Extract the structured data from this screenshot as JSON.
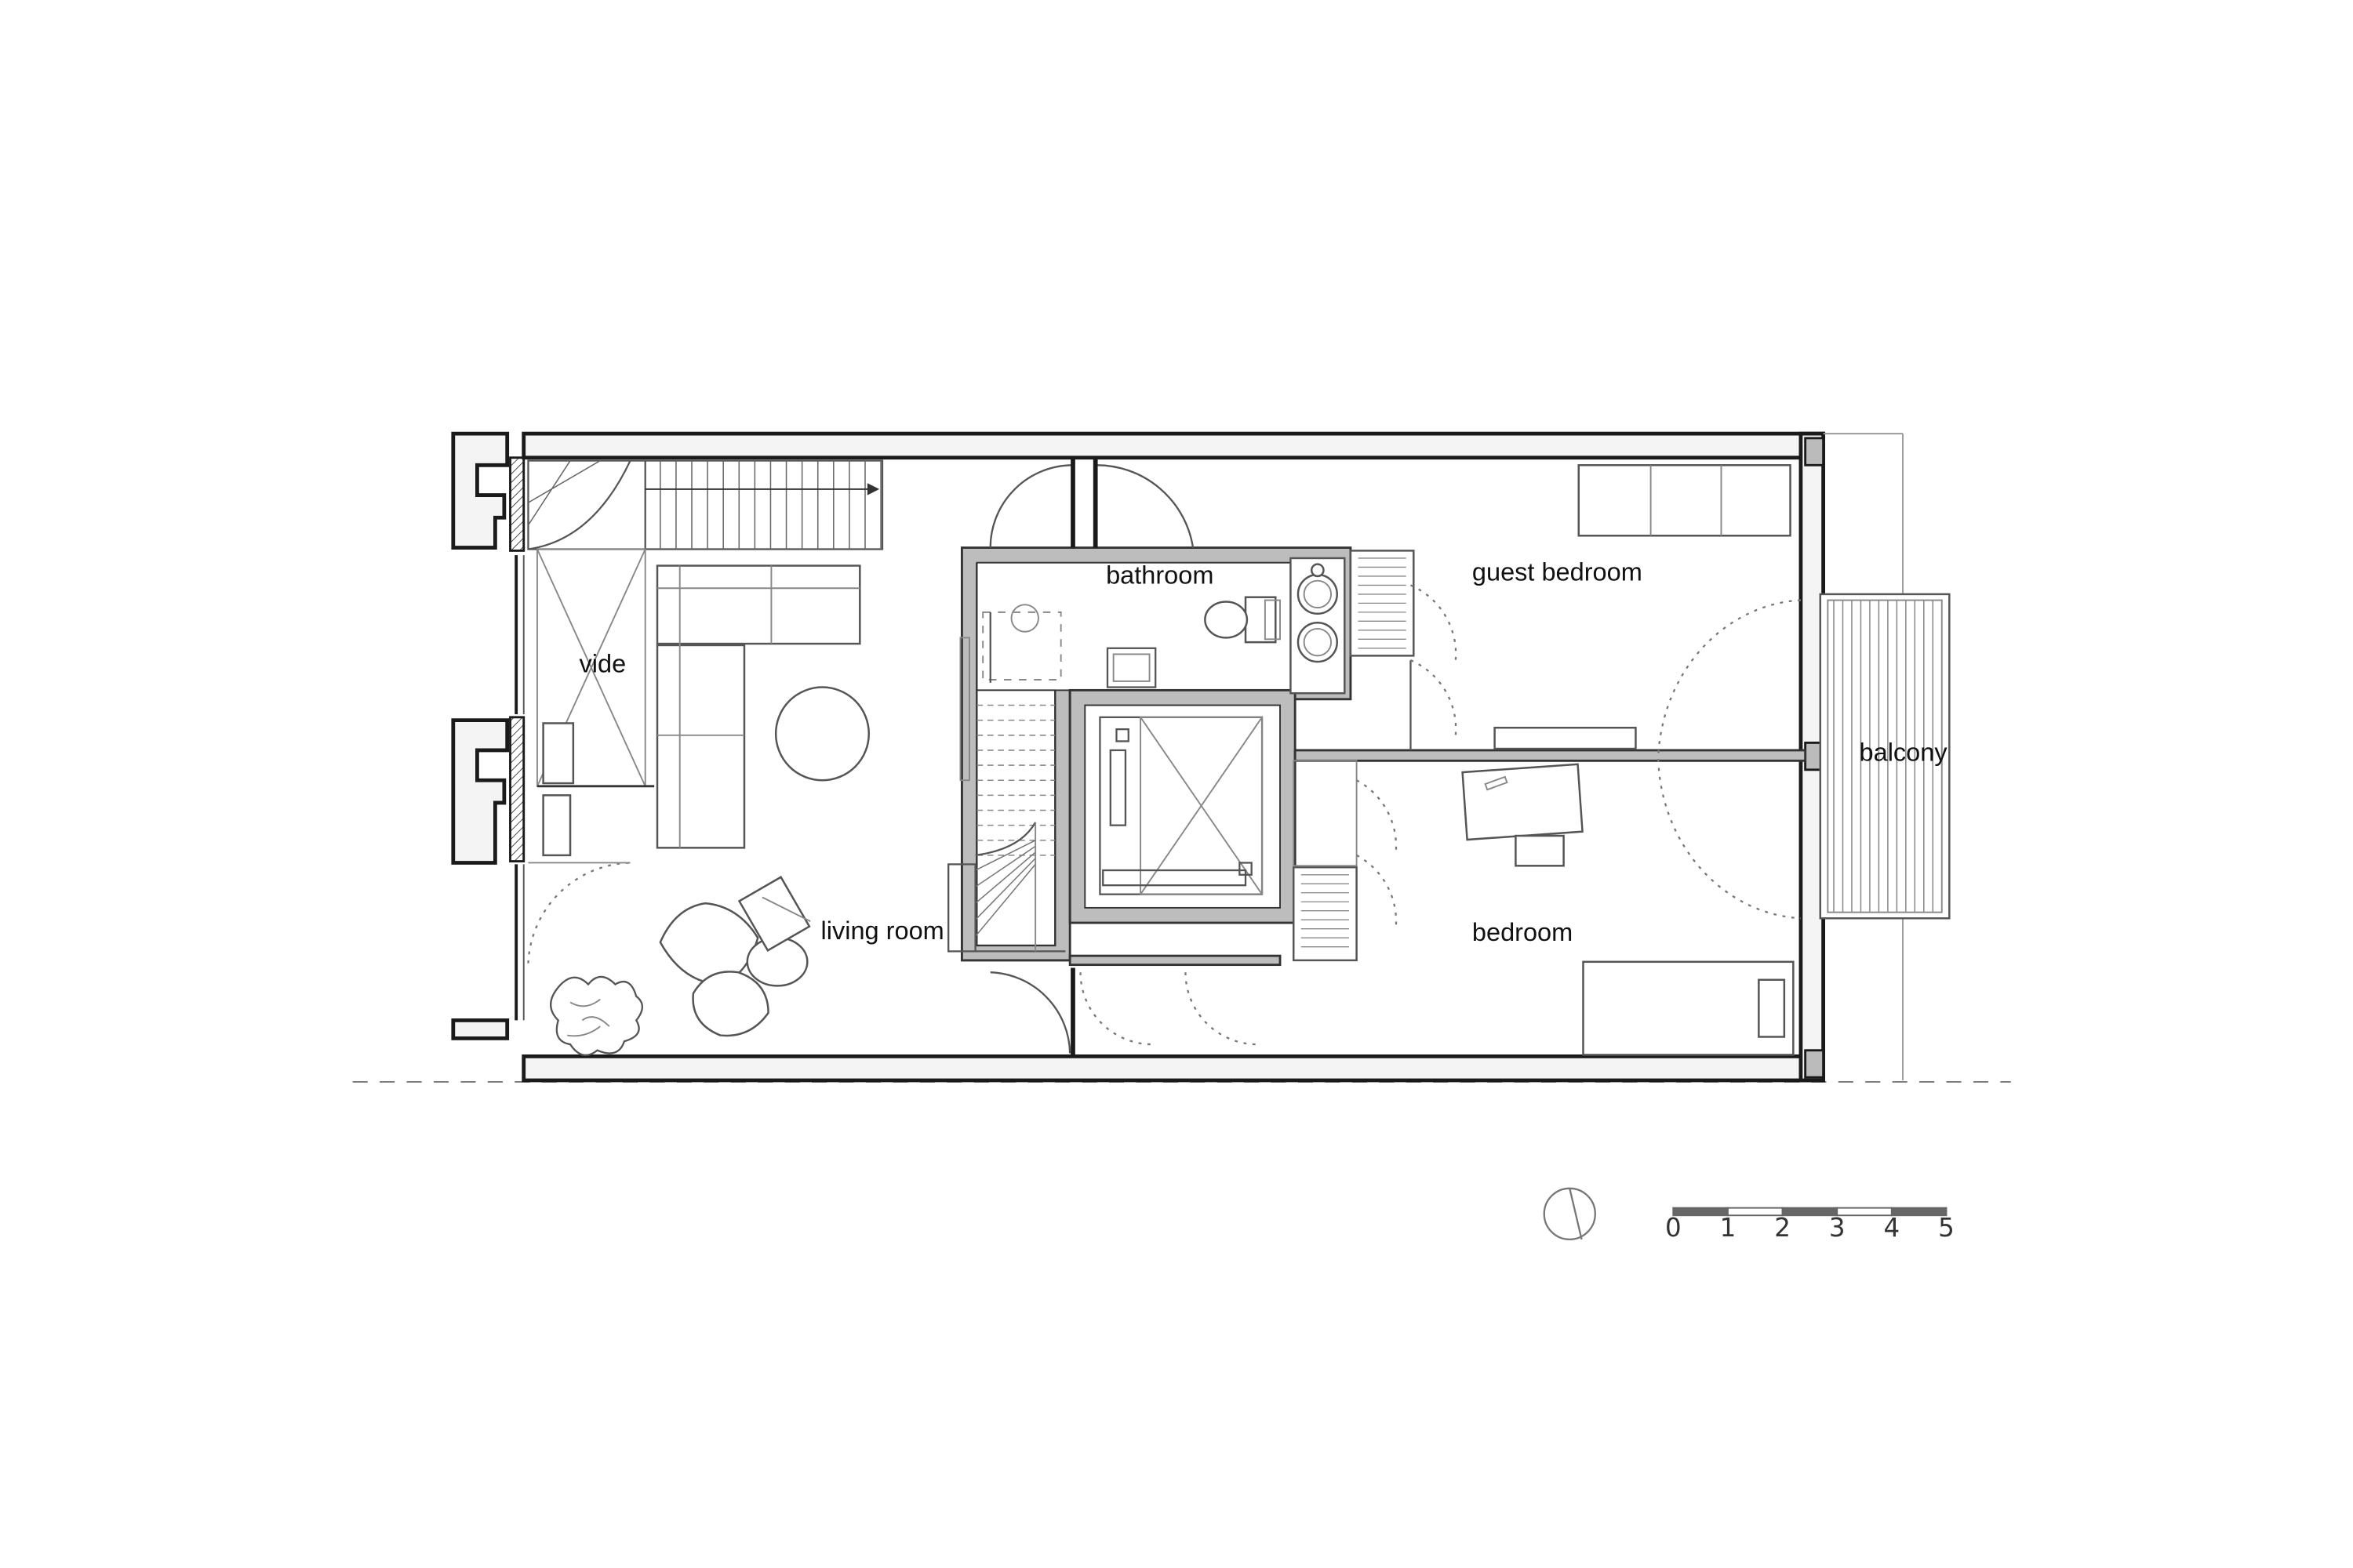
{
  "rooms": {
    "vide": "vide",
    "living_room": "living room",
    "bathroom": "bathroom",
    "guest_bedroom": "guest bedroom",
    "bedroom": "bedroom",
    "balcony": "balcony"
  },
  "scale_bar": {
    "ticks": [
      "0",
      "1",
      "2",
      "3",
      "4",
      "5"
    ]
  },
  "colors": {
    "line": "#1a1a1a",
    "core_fill": "#bdbdbd",
    "background": "#ffffff"
  }
}
